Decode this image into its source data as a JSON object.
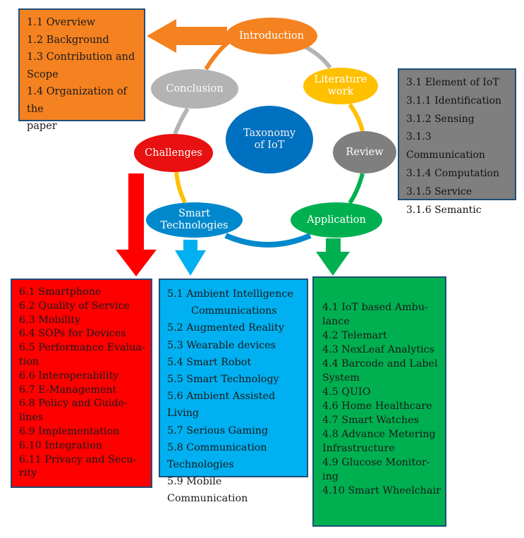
{
  "center": "Taxonomy\nof IoT",
  "nodes": {
    "introduction": "Introduction",
    "literature": "Literature\nwork",
    "review": "Review",
    "application": "Application",
    "smart": "Smart\nTechnologies",
    "challenges": "Challenges",
    "conclusion": "Conclusion"
  },
  "colors": {
    "orange": "#f58220",
    "yellow": "#ffc000",
    "gray": "#7f7f7f",
    "green": "#00b050",
    "blue": "#0088cc",
    "light_blue": "#00b0f0",
    "red": "#ff0000",
    "dark_blue": "#0070c0",
    "border": "#1f4e79"
  },
  "introduction_box": [
    "1.1 Overview",
    "1.2 Background",
    "1.3 Contribution and\nScope",
    "1.4 Organization of the\npaper"
  ],
  "review_box": [
    "3.1 Element of IoT",
    "3.1.1 Identification",
    "3.1.2 Sensing",
    "3.1.3 Communication",
    "3.1.4 Computation",
    "3.1.5 Service",
    "3.1.6 Semantic"
  ],
  "challenges_box": [
    "6.1 Smartphone",
    "6.2 Quality of Service",
    "6.3 Mobility",
    "6.4 SOPs for Devices",
    "6.5 Performance Evalua-\ntion",
    "6.6 Interoperability",
    "6.7 E-Management",
    "6.8 Policy and Guide-\nlines",
    "6.9 Implementation",
    "6.10 Integration",
    "6.11 Privacy and Secu-\nrity"
  ],
  "smart_box": [
    "5.1 Ambient Intelligence",
    "Communications",
    "5.2 Augmented Reality",
    "5.3 Wearable devices",
    "5.4 Smart Robot",
    "5.5 Smart Technology",
    "5.6 Ambient Assisted Living",
    "5.7 Serious Gaming",
    "5.8 Communication\nTechnologies",
    "5.9 Mobile Communication"
  ],
  "application_box": [
    "4.1 IoT based Ambu-\nlance",
    "4.2 Telemart",
    "4.3 NexLeaf Analytics",
    "4.4 Barcode and Label\nSystem",
    "4.5 QUIO",
    "4.6 Home Healthcare",
    "4.7 Smart Watches",
    "4.8 Advance Metering\nInfrastructure",
    "4.9 Glucose Monitor-\ning",
    "4.10 Smart Wheelchair"
  ]
}
